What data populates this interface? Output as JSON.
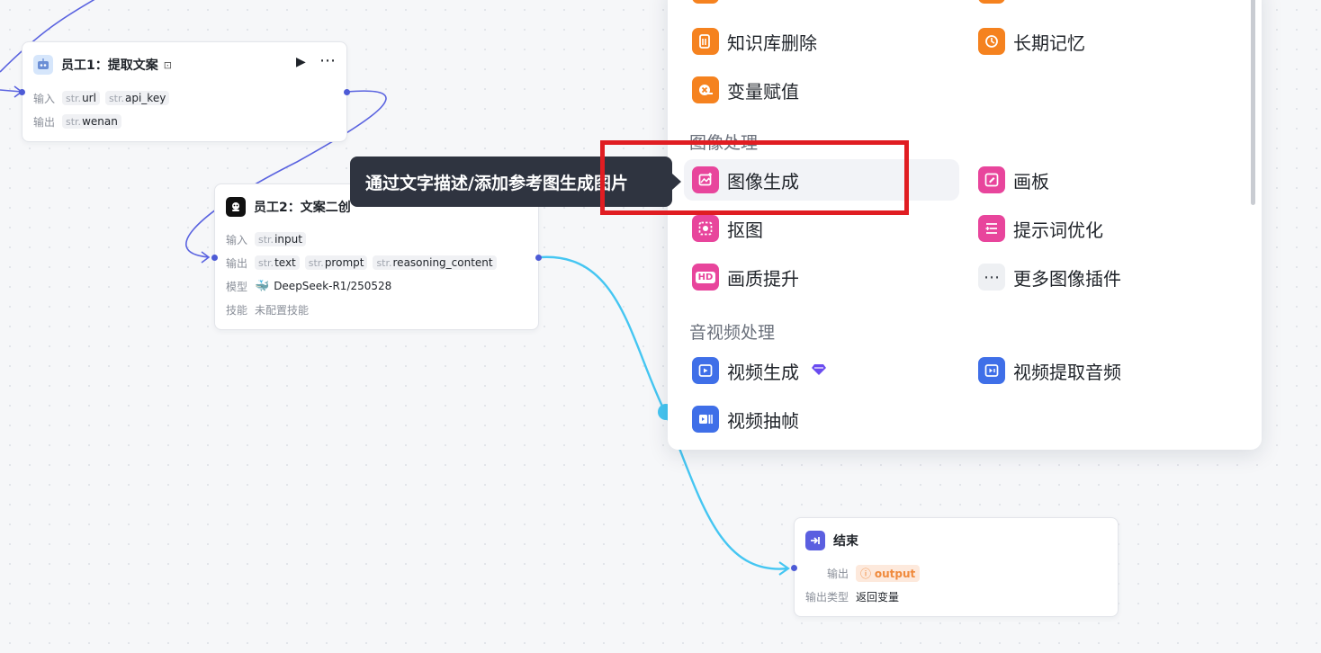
{
  "nodes": {
    "emp1": {
      "title": "员工1：提取文案",
      "input_label": "输入",
      "output_label": "输出",
      "inputs": [
        {
          "type": "str.",
          "name": "url"
        },
        {
          "type": "str.",
          "name": "api_key"
        }
      ],
      "outputs": [
        {
          "type": "str.",
          "name": "wenan"
        }
      ]
    },
    "emp2": {
      "title": "员工2：文案二创",
      "input_label": "输入",
      "output_label": "输出",
      "model_label": "模型",
      "skill_label": "技能",
      "inputs": [
        {
          "type": "str.",
          "name": "input"
        }
      ],
      "outputs": [
        {
          "type": "str.",
          "name": "text"
        },
        {
          "type": "str.",
          "name": "prompt"
        },
        {
          "type": "str.",
          "name": "reasoning_content"
        }
      ],
      "model": "DeepSeek-R1/250528",
      "skill": "未配置技能"
    },
    "end": {
      "title": "结束",
      "output_label": "输出",
      "output_var": "output",
      "output_type_label": "输出类型",
      "output_type": "返回变量"
    }
  },
  "tooltip": "通过文字描述/添加参考图生成图片",
  "panel": {
    "top_items": [
      {
        "label": "知识库删除",
        "icon": "kb-delete-icon",
        "color": "#f5821f"
      },
      {
        "label": "长期记忆",
        "icon": "memory-icon",
        "color": "#f5821f"
      },
      {
        "label": "变量赋值",
        "icon": "variable-icon",
        "color": "#f5821f"
      }
    ],
    "image_section": "图像处理",
    "image_items": [
      {
        "label": "图像生成",
        "icon": "image-generate-icon",
        "color": "#e8459c"
      },
      {
        "label": "画板",
        "icon": "canvas-icon",
        "color": "#e8459c"
      },
      {
        "label": "抠图",
        "icon": "cutout-icon",
        "color": "#e8459c"
      },
      {
        "label": "提示词优化",
        "icon": "prompt-optimize-icon",
        "color": "#e8459c"
      },
      {
        "label": "画质提升",
        "icon": "hd-icon",
        "color": "#e8459c",
        "glyph": "HD"
      },
      {
        "label": "更多图像插件",
        "icon": "more-icon",
        "color": "#eef0f3"
      }
    ],
    "av_section": "音视频处理",
    "av_items": [
      {
        "label": "视频生成",
        "icon": "video-generate-icon",
        "color": "#3f6fe8"
      },
      {
        "label": "视频提取音频",
        "icon": "video-audio-icon",
        "color": "#3f6fe8"
      },
      {
        "label": "视频抽帧",
        "icon": "video-frame-icon",
        "color": "#3f6fe8"
      }
    ]
  },
  "colors": {
    "edge_purple": "#5a63e0",
    "edge_cyan": "#45c6f2",
    "highlight_red": "#e01d22"
  }
}
